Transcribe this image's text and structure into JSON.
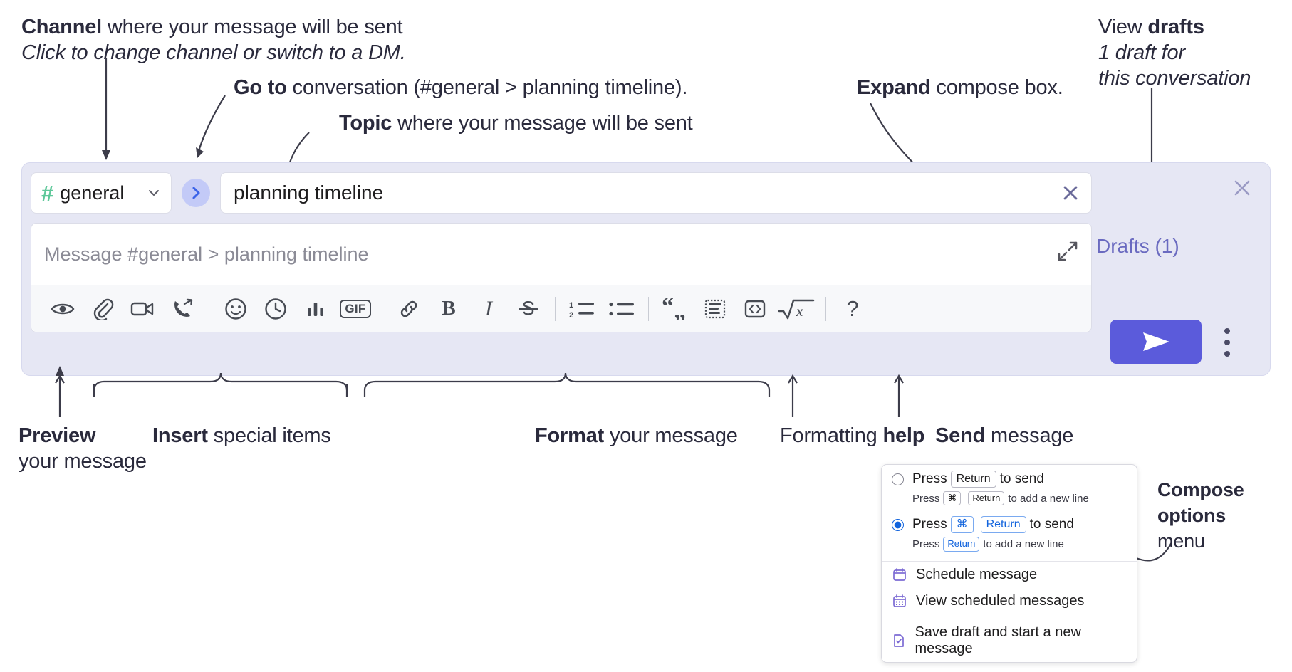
{
  "annotations": {
    "channel": {
      "bold": "Channel",
      "rest": " where your message will be sent",
      "sub": "Click to change channel or switch to a DM."
    },
    "goto": {
      "bold": "Go to",
      "rest": " conversation (#general > planning timeline)."
    },
    "topic": {
      "bold": "Topic",
      "rest": " where your message will be sent"
    },
    "expand": {
      "bold": "Expand",
      "rest": " compose box."
    },
    "drafts": {
      "pre": "View ",
      "bold": "drafts",
      "sub1": "1 draft for",
      "sub2": "this conversation"
    },
    "preview": {
      "bold": "Preview",
      "sub": "your message"
    },
    "insert": {
      "bold": "Insert",
      "rest": " special items"
    },
    "format": {
      "bold": "Format",
      "rest": " your message"
    },
    "help": {
      "pre": "Formatting ",
      "bold": "help"
    },
    "send": {
      "bold": "Send",
      "rest": " message"
    },
    "compose_options": {
      "bold1": "Compose",
      "bold2": "options",
      "rest": "menu"
    }
  },
  "compose": {
    "channel_name": "general",
    "channel_hash": "#",
    "topic_value": "planning timeline",
    "message_placeholder": "Message #general > planning timeline",
    "drafts_label": "Drafts (1)",
    "gif_label": "GIF",
    "help_label": "?",
    "bold_label": "B",
    "italic_label": "I",
    "toolbar_icons": [
      "eye-icon",
      "paperclip-icon",
      "video-icon",
      "phone-forward-icon",
      "emoji-icon",
      "clock-icon",
      "poll-icon",
      "gif-icon",
      "link-icon",
      "bold-icon",
      "italic-icon",
      "strikethrough-icon",
      "ordered-list-icon",
      "bullet-list-icon",
      "blockquote-icon",
      "code-block-icon",
      "code-icon",
      "math-icon",
      "help-icon"
    ]
  },
  "menu": {
    "option1": {
      "press": "Press",
      "key": "Return",
      "tail": "to send",
      "sub_press": "Press",
      "sub_key1": "⌘",
      "sub_key2": "Return",
      "sub_tail": "to add a new line",
      "selected": false
    },
    "option2": {
      "press": "Press",
      "key1": "⌘",
      "key2": "Return",
      "tail": "to send",
      "sub_press": "Press",
      "sub_key": "Return",
      "sub_tail": "to add a new line",
      "selected": true
    },
    "items": [
      {
        "label": "Schedule message",
        "icon": "calendar-icon"
      },
      {
        "label": "View scheduled messages",
        "icon": "calendar-grid-icon"
      },
      {
        "label": "Save draft and start a new message",
        "icon": "document-check-icon"
      }
    ]
  },
  "colors": {
    "accent_purple": "#5b5bdb",
    "hash_green": "#5fc89a",
    "goto_blue": "#4f6ff0",
    "panel_bg": "#e6e7f4",
    "drafts_text": "#6a6ac0"
  }
}
